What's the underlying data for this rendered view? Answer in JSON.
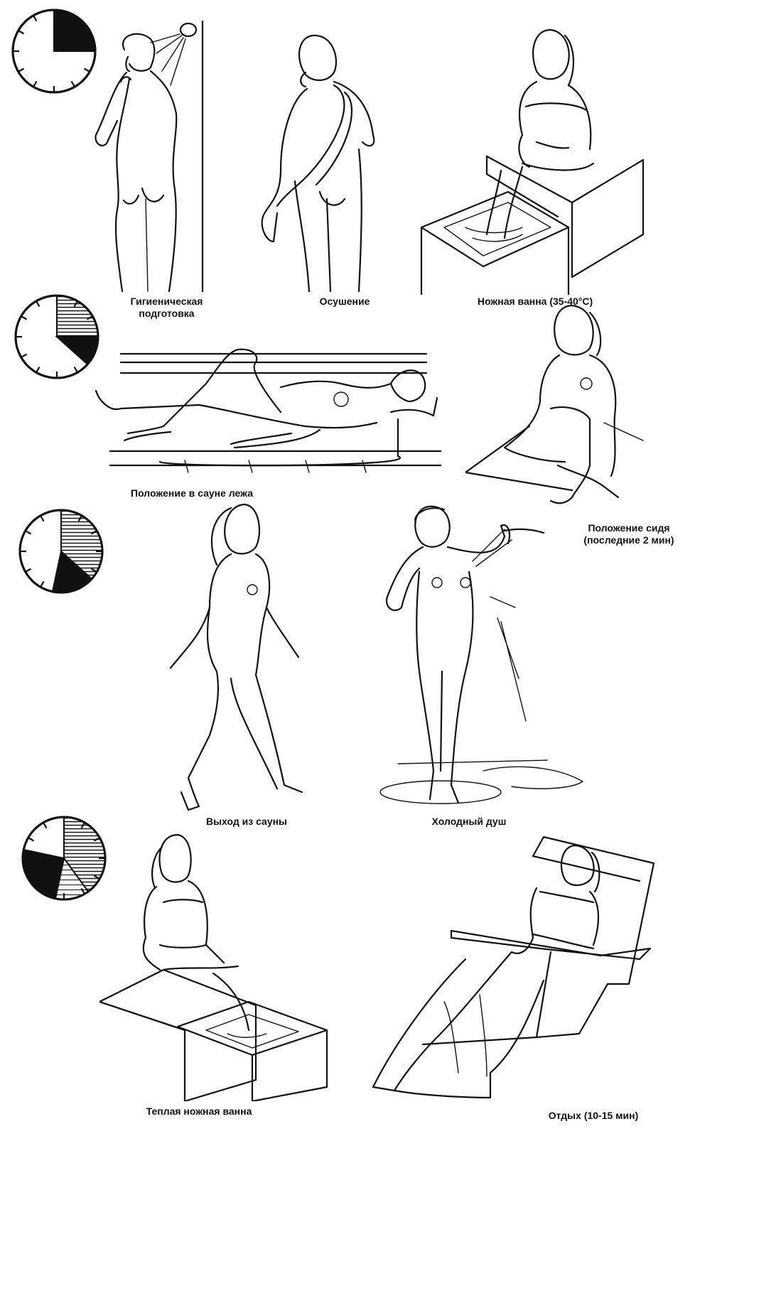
{
  "captions": {
    "hygiene_line1": "Гигиеническая",
    "hygiene_line2": "подготовка",
    "drying": "Осушение",
    "foot_bath": "Ножная ванна (35-40°C)",
    "lying": "Положение в сауне лежа",
    "sitting_line1": "Положение сидя",
    "sitting_line2": "(последние 2 мин)",
    "exit": "Выход из сауны",
    "cold_shower": "Холодный душ",
    "warm_foot_bath": "Теплая ножная ванна",
    "rest": "Отдых (10-15 мин)"
  },
  "clocks": [
    {
      "name": "clock-stage-1",
      "segments": [
        {
          "from": 0,
          "to": 15,
          "fill": "solid"
        }
      ]
    },
    {
      "name": "clock-stage-2",
      "segments": [
        {
          "from": 0,
          "to": 15,
          "fill": "hatched"
        },
        {
          "from": 15,
          "to": 22,
          "fill": "solid"
        }
      ]
    },
    {
      "name": "clock-stage-3",
      "segments": [
        {
          "from": 0,
          "to": 22,
          "fill": "hatched"
        },
        {
          "from": 22,
          "to": 32,
          "fill": "solid"
        }
      ]
    },
    {
      "name": "clock-stage-4",
      "segments": [
        {
          "from": 0,
          "to": 24,
          "fill": "hatched"
        },
        {
          "from": 24,
          "to": 32,
          "fill": "hatched-light"
        },
        {
          "from": 32,
          "to": 47,
          "fill": "solid"
        }
      ]
    }
  ]
}
